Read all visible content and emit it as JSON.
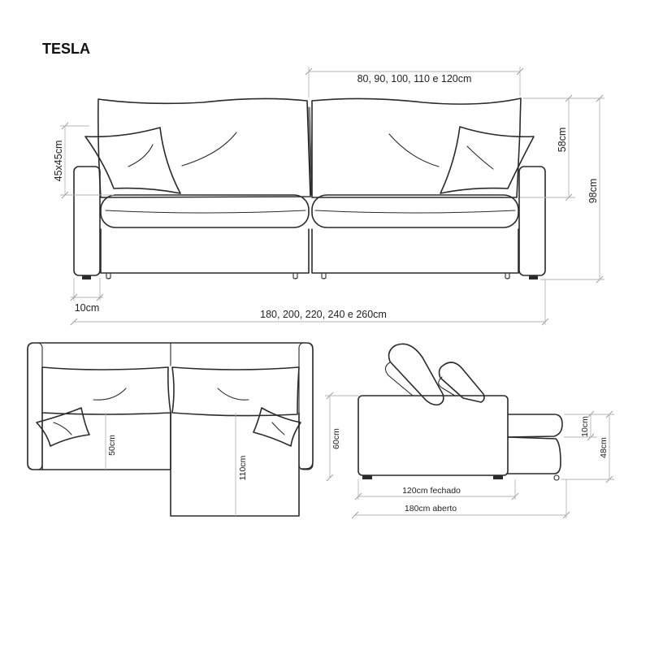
{
  "product": {
    "name": "TESLA"
  },
  "dimensions": {
    "module_widths": "80, 90, 100, 110 e 120cm",
    "total_widths": "180, 200, 220, 240 e 260cm",
    "backrest_height": "58cm",
    "total_height": "98cm",
    "cushion_size": "45x45cm",
    "arm_width": "10cm",
    "seat_depth_top": "50cm",
    "chaise_depth": "110cm",
    "side_height": "60cm",
    "depth_closed": "120cm fechado",
    "depth_open": "180cm aberto",
    "extension_thickness": "10cm",
    "seat_height": "48cm"
  },
  "colors": {
    "line": "#2b2b2b",
    "dimension_line": "#b5b5b5"
  }
}
